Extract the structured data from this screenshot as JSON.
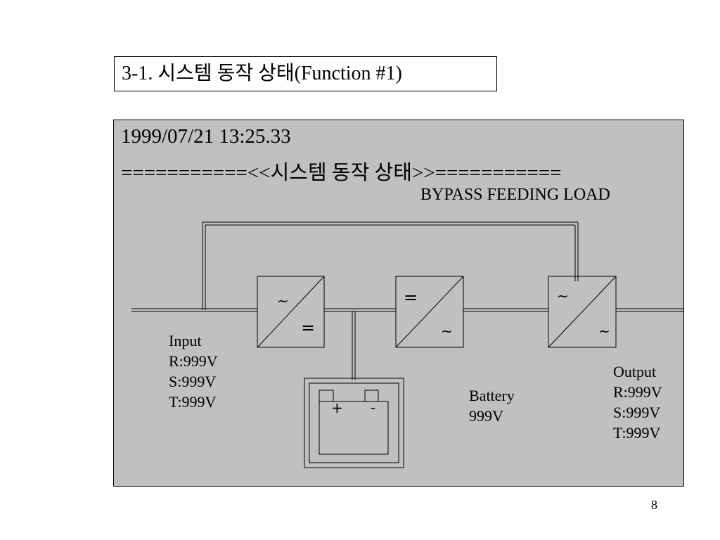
{
  "slide": {
    "title": "3-1. 시스템 동작 상태(Function #1)",
    "page_number": "8"
  },
  "panel": {
    "timestamp": "1999/07/21 13:25.33",
    "banner": "===========<<시스템 동작 상태>>===========",
    "status": "BYPASS FEEDING LOAD"
  },
  "converters": {
    "rectifier": {
      "top_symbol": "~",
      "bottom_symbol": "="
    },
    "inverter": {
      "top_symbol": "=",
      "bottom_symbol": "~"
    },
    "static_switch": {
      "top_symbol": "~",
      "bottom_symbol": "~"
    }
  },
  "battery_symbol": {
    "plus": "+",
    "minus": "-"
  },
  "input": {
    "label": "Input",
    "lines": [
      "R:999V",
      "S:999V",
      "T:999V"
    ]
  },
  "battery": {
    "label": "Battery",
    "value": "999V"
  },
  "output": {
    "label": "Output",
    "lines": [
      "R:999V",
      "S:999V",
      "T:999V"
    ]
  },
  "colors": {
    "panel_background": "#c0c0c0",
    "line": "#000000"
  }
}
